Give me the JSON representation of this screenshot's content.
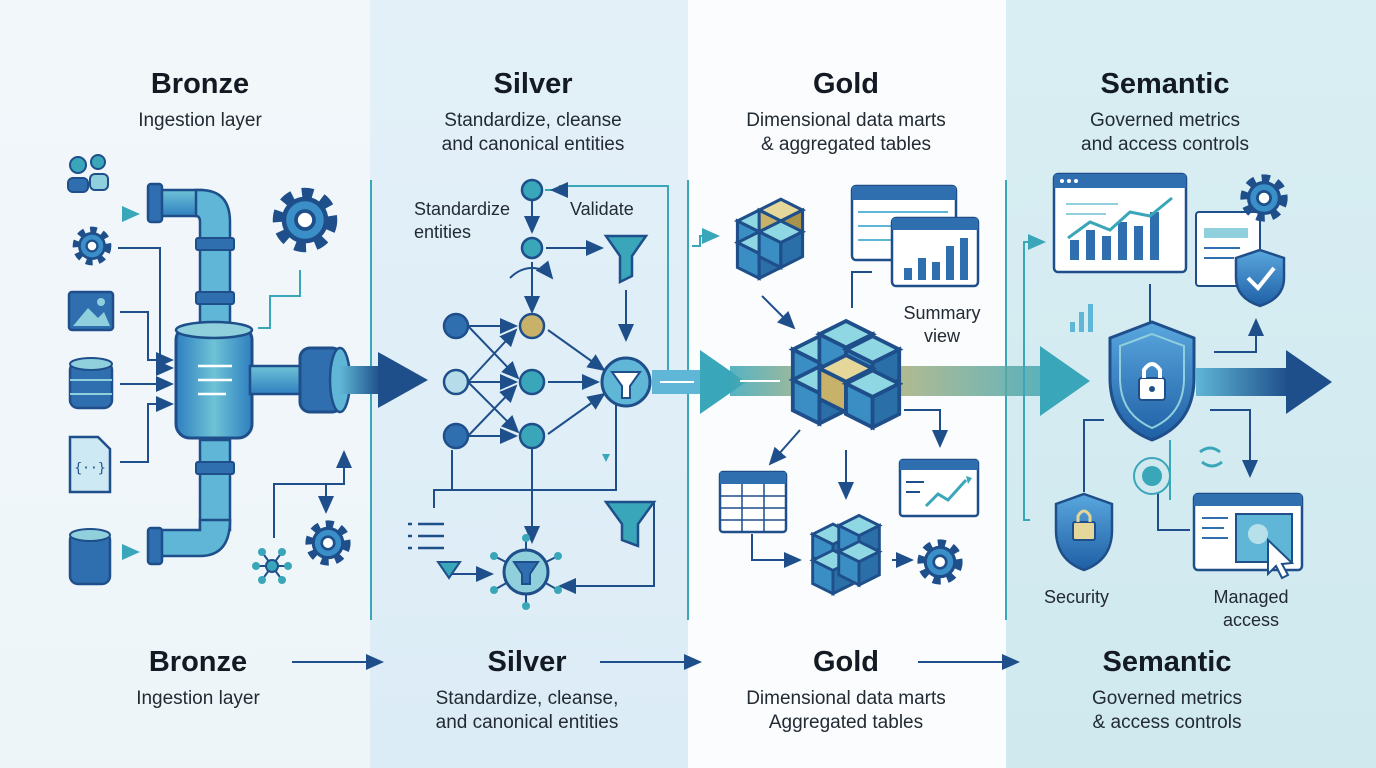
{
  "top": {
    "bronze": {
      "title": "Bronze",
      "subtitle": "Ingestion layer"
    },
    "silver": {
      "title": "Silver",
      "subtitle_l1": "Standardize, cleanse",
      "subtitle_l2": "and canonical entities"
    },
    "gold": {
      "title": "Gold",
      "subtitle_l1": "Dimensional data marts",
      "subtitle_l2": "& aggregated tables"
    },
    "semantic": {
      "title": "Semantic",
      "subtitle_l1": "Governed metrics",
      "subtitle_l2": "and access controls"
    }
  },
  "labels": {
    "standardize_l1": "Standardize",
    "standardize_l2": "entities",
    "validate": "Validate",
    "summary_l1": "Summary",
    "summary_l2": "view",
    "security": "Security",
    "managed_l1": "Managed",
    "managed_l2": "access"
  },
  "bottom": {
    "bronze": {
      "title": "Bronze",
      "subtitle": "Ingestion layer"
    },
    "silver": {
      "title": "Silver",
      "subtitle_l1": "Standardize, cleanse,",
      "subtitle_l2": "and canonical entities"
    },
    "gold": {
      "title": "Gold",
      "subtitle_l1": "Dimensional data marts",
      "subtitle_l2": "Aggregated tables"
    },
    "semantic": {
      "title": "Semantic",
      "subtitle_l1": "Governed metrics",
      "subtitle_l2": "& access controls"
    }
  },
  "icons": {
    "sources": [
      "users-icon",
      "gear-icon",
      "image-icon",
      "database-icon",
      "code-file-icon",
      "storage-icon"
    ],
    "gold": [
      "cube-icon",
      "table-icon",
      "chart-icon",
      "gear-icon"
    ],
    "semantic": [
      "dashboard-icon",
      "shield-lock-icon",
      "shield-check-icon",
      "cursor-icon"
    ]
  },
  "colors": {
    "navy": "#1f4f8a",
    "blue": "#2f6fb0",
    "teal": "#3aa6b9",
    "light_teal": "#8fd0dc",
    "gold": "#c8b26a"
  }
}
